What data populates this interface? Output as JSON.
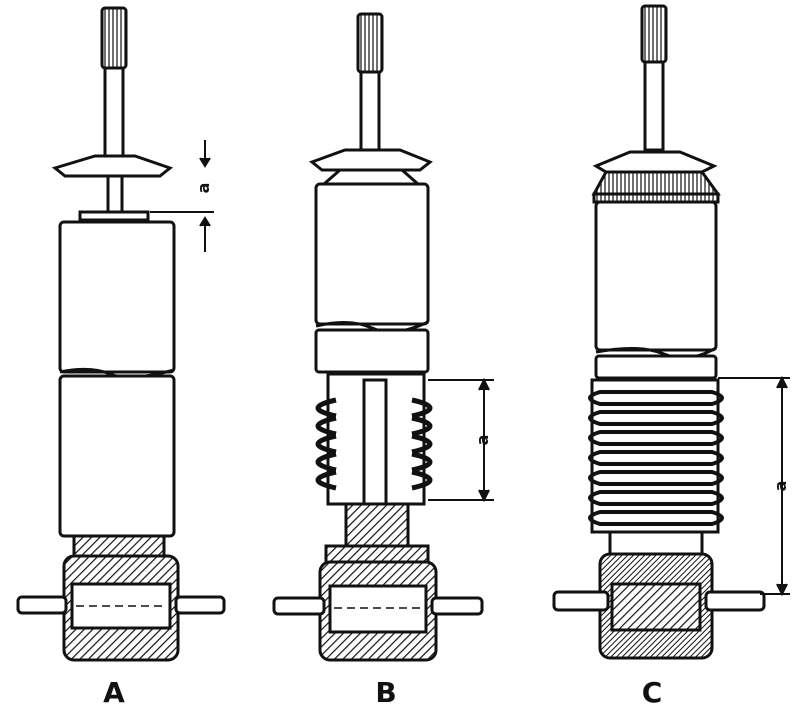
{
  "figure": {
    "panels": [
      {
        "label": "A",
        "dimension_label": "a"
      },
      {
        "label": "B",
        "dimension_label": "a"
      },
      {
        "label": "C",
        "dimension_label": "a"
      }
    ],
    "colors": {
      "ink": "#111111",
      "paper": "#ffffff"
    }
  }
}
